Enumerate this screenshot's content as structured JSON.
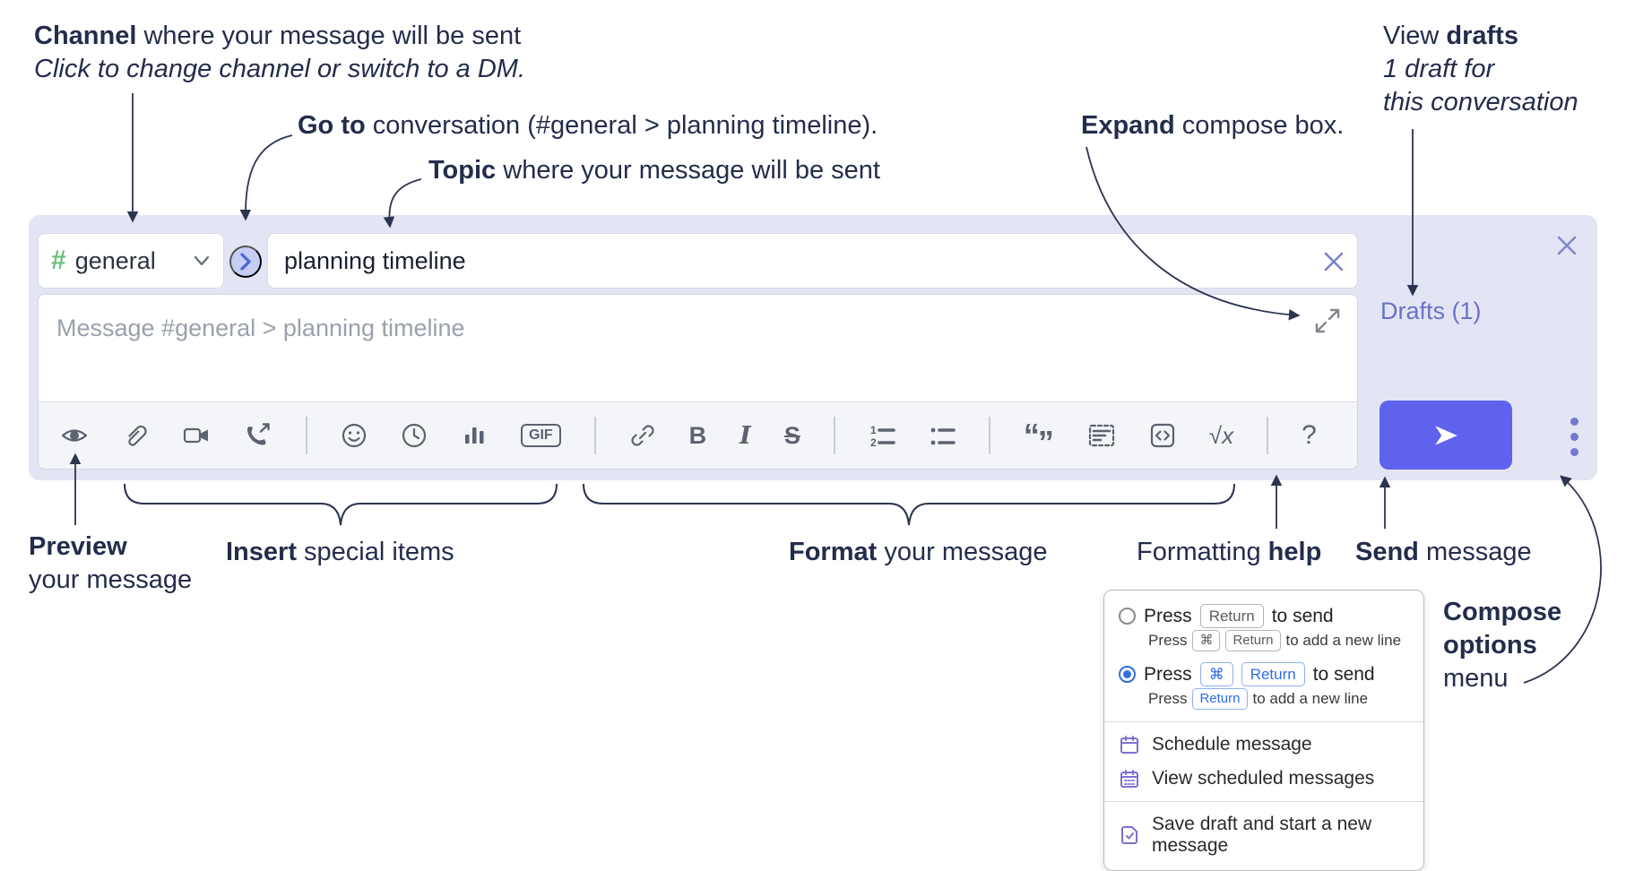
{
  "colors": {
    "accent_indigo": "#5e62ec",
    "lavender_bg": "#e3e5f4",
    "link_purple": "#6972c8",
    "hash_green": "#6cbd7e",
    "annotation_navy": "#232d4b",
    "icon_grey": "#5b6270",
    "radio_blue": "#2f6fe0",
    "kbd_blue": "#2e6be6"
  },
  "annotations": {
    "channel_line1_bold": "Channel",
    "channel_line1_rest": " where your message will be sent",
    "channel_line2_italic": "Click to change channel or switch to a DM.",
    "goto_bold": "Go to",
    "goto_rest": " conversation (#general > planning timeline).",
    "topic_bold": "Topic",
    "topic_rest": " where your message will be sent",
    "expand_bold": "Expand",
    "expand_rest": " compose box.",
    "drafts_line1_regular": "View ",
    "drafts_line1_bold": "drafts",
    "drafts_line2_italic": "1 draft for",
    "drafts_line3_italic": "this conversation",
    "preview_bold": "Preview",
    "preview_line2": "your message",
    "insert_bold": "Insert",
    "insert_rest": " special items",
    "format_bold": "Format",
    "format_rest": " your message",
    "help_regular": "Formatting ",
    "help_bold": "help",
    "send_bold": "Send",
    "send_rest": " message",
    "options_line1_bold": "Compose",
    "options_line2_bold": "options",
    "options_line3": "menu"
  },
  "compose": {
    "channel_hash": "#",
    "channel_name": "general",
    "topic_value": "planning timeline",
    "message_placeholder": "Message #general > planning timeline",
    "drafts_label": "Drafts (1)",
    "toolbar_glyphs": {
      "gif": "GIF",
      "bold": "B",
      "italic": "I",
      "strike": "S",
      "math": "√x",
      "help": "?",
      "quote_open": "“",
      "quote_close": "”",
      "num1": "1",
      "num2": "2"
    }
  },
  "popup": {
    "option1": {
      "press": "Press",
      "key1": "Return",
      "suffix": "to send",
      "sub_press": "Press",
      "sub_key1": "⌘",
      "sub_key2": "Return",
      "sub_suffix": "to add a new line"
    },
    "option2": {
      "press": "Press",
      "key1": "⌘",
      "key2": "Return",
      "suffix": "to send",
      "sub_press": "Press",
      "sub_key1": "Return",
      "sub_suffix": "to add a new line"
    },
    "items": {
      "schedule": "Schedule message",
      "view_scheduled": "View scheduled messages",
      "save_draft": "Save draft and start a new message"
    }
  }
}
